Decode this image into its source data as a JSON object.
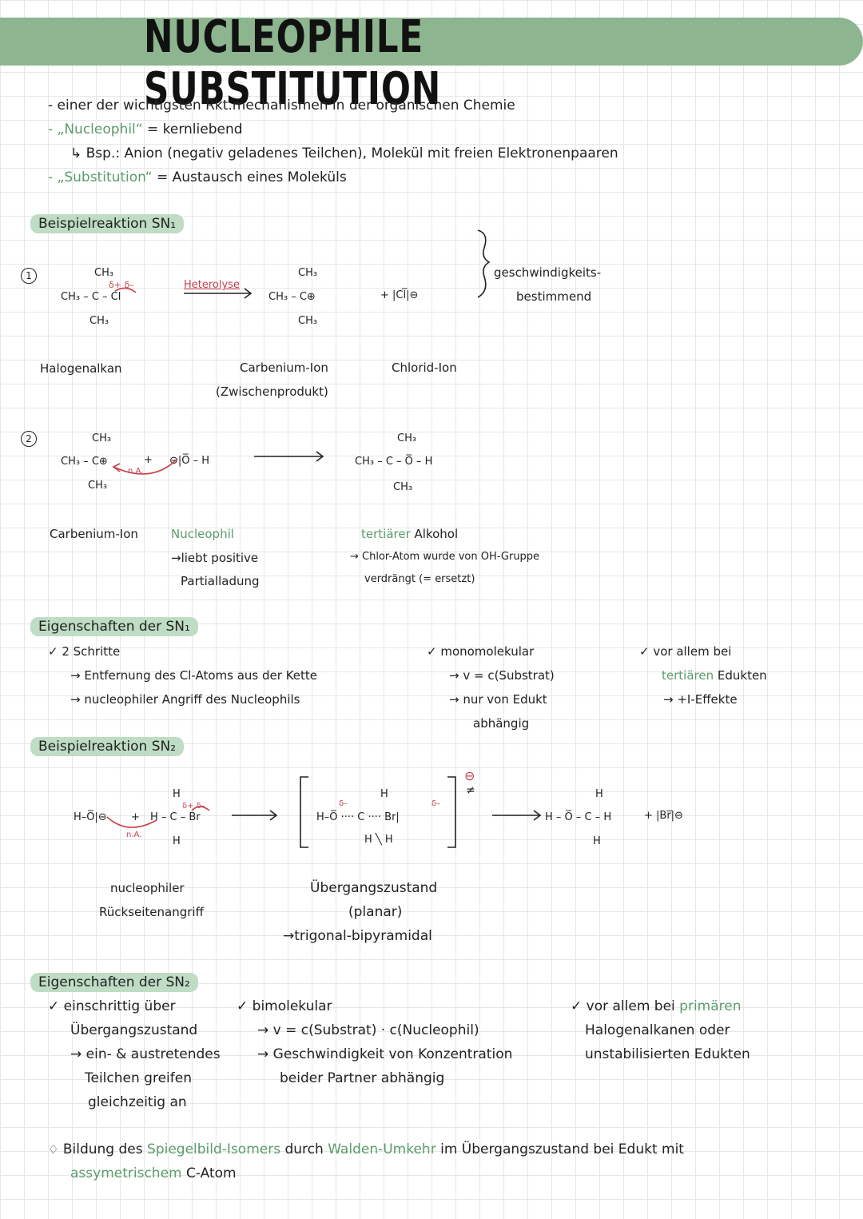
{
  "title": "NUCLEOPHILE SUBSTITUTION",
  "intro": {
    "l1": "- einer der wichtigsten Rkt.mechanismen in der organischen Chemie",
    "l2a": "- „Nucleophil“",
    "l2b": "= kernliebend",
    "l3": "↳ Bsp.: Anion (negativ geladenes Teilchen), Molekül mit freien Elektronenpaaren",
    "l4a": "- „Substitution“",
    "l4b": "= Austausch eines Moleküls"
  },
  "sn1": {
    "heading": "Beispielreaktion SN₁",
    "step1_num": "1",
    "step2_num": "2",
    "r1_ch3_top": "CH₃",
    "r1_main": "CH₃ – C – Cl",
    "r1_ch3_bot": "CH₃",
    "r1_charges": "δ+  δ–",
    "heterolyse": "Heterolyse",
    "c1_top": "CH₃",
    "c1_main": "CH₃ – C⊕",
    "c1_bot": "CH₃",
    "chloride": "+ |Cl̅|⊖",
    "rate": "geschwindigkeits-",
    "rate2": "bestimmend",
    "lab_halogen": "Halogenalkan",
    "lab_carbenium": "Carbenium-Ion",
    "lab_zwischen": "(Zwischenprodukt)",
    "lab_chlorid": "Chlorid-Ion",
    "c2_top": "CH₃",
    "c2_main": "CH₃ – C⊕",
    "c2_bot": "CH₃",
    "plus": "+",
    "na": "n.A.",
    "nuc": "⊖|O̅ – H",
    "p_top": "CH₃",
    "p_main": "CH₃ – C – O̅ – H",
    "p_bot": "CH₃",
    "lab_carbenium2": "Carbenium-Ion",
    "lab_nucleophil": "Nucleophil",
    "lab_liebt": "→liebt positive",
    "lab_partial": "Partialladung",
    "lab_tert": "tertiärer",
    "lab_alkohol": "Alkohol",
    "lab_chlor": "→ Chlor-Atom wurde von OH-Gruppe",
    "lab_verdraengt": "verdrängt (= ersetzt)"
  },
  "props1": {
    "heading": "Eigenschaften der SN₁",
    "a1": "✓ 2 Schritte",
    "a2": "→ Entfernung des Cl-Atoms aus der Kette",
    "a3": "→ nucleophiler Angriff des Nucleophils",
    "b1": "✓ monomolekular",
    "b2": "→ v = c(Substrat)",
    "b3": "→ nur von Edukt",
    "b4": "abhängig",
    "c1": "✓ vor allem bei",
    "c2a": "tertiären",
    "c2b": "Edukten",
    "c3": "→ +I-Effekte"
  },
  "sn2": {
    "heading": "Beispielreaktion SN₂",
    "nuc": "H–O̅|⊖",
    "plus": "+",
    "sub_h_top": "H",
    "sub_main": "H – C – Br",
    "sub_h_bot": "H",
    "sub_charges": "δ+ δ–",
    "na": "n.A.",
    "ts_main": "H–O̅ ···· C ···· Br|",
    "ts_h_top": "H",
    "ts_h_bot": "H ╲ H",
    "ts_d1": "δ–",
    "ts_d2": "δ–",
    "ts_charge": "⊖",
    "ts_dagger": "≠",
    "prod_h_top": "H",
    "prod_main": "H – O̅ – C – H",
    "prod_h_bot": "H",
    "bromide": "+ |Br̅|⊖",
    "lab_nuc": "nucleophiler",
    "lab_rueck": "Rückseitenangriff",
    "lab_ts": "Übergangszustand",
    "lab_planar": "(planar)",
    "lab_trig": "→trigonal-bipyramidal"
  },
  "props2": {
    "heading": "Eigenschaften der SN₂",
    "a1": "✓ einschrittig über",
    "a2": "Übergangszustand",
    "a3": "→ ein- & austretendes",
    "a4": "Teilchen greifen",
    "a5": "gleichzeitig an",
    "b1": "✓ bimolekular",
    "b2": "→ v = c(Substrat) · c(Nucleophil)",
    "b3": "→ Geschwindigkeit von Konzentration",
    "b4": "beider Partner abhängig",
    "c1a": "✓ vor allem bei",
    "c1b": "primären",
    "c2": "Halogenalkanen oder",
    "c3": "unstabilisierten Edukten"
  },
  "footer": {
    "p1": "Bildung des",
    "p2": "Spiegelbild-Isomers",
    "p3": "durch",
    "p4": "Walden-Umkehr",
    "p5": "im Übergangszustand bei Edukt mit",
    "p6": "assymetrischem",
    "p7": "C-Atom"
  }
}
